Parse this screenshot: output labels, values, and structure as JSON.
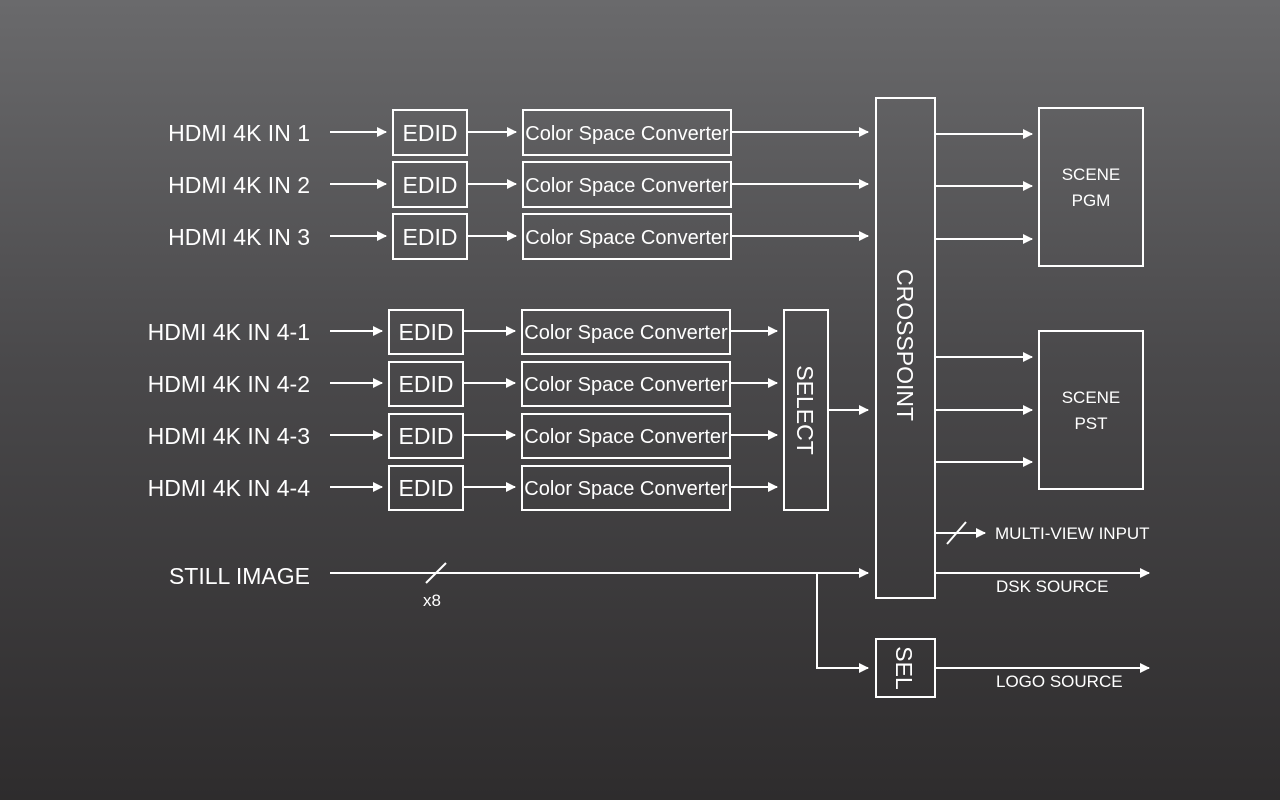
{
  "inputs_top": [
    "HDMI 4K IN 1",
    "HDMI 4K IN 2",
    "HDMI 4K IN 3"
  ],
  "inputs_4": [
    "HDMI 4K IN 4-1",
    "HDMI 4K IN 4-2",
    "HDMI 4K IN 4-3",
    "HDMI 4K IN 4-4"
  ],
  "edid_label": "EDID",
  "csc_label": "Color Space Converter",
  "select_label": "SELECT",
  "crosspoint_label": "CROSSPOINT",
  "scene_pgm": [
    "SCENE",
    "PGM"
  ],
  "scene_pst": [
    "SCENE",
    "PST"
  ],
  "still_image": "STILL IMAGE",
  "still_count": "x8",
  "multiview_input": "MULTI-VIEW INPUT",
  "dsk_source": "DSK SOURCE",
  "sel_label": "SEL",
  "logo_source": "LOGO SOURCE"
}
